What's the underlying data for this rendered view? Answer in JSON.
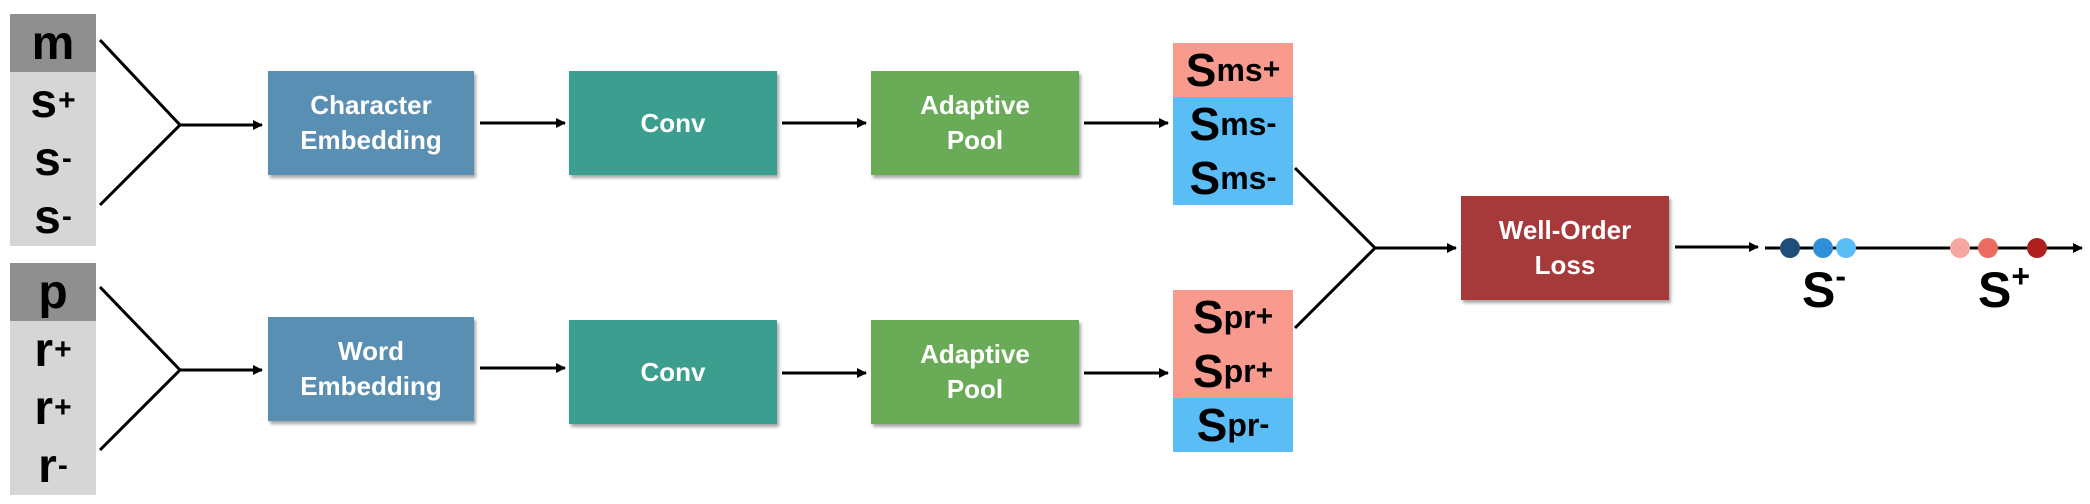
{
  "colors": {
    "embedding": "#5a8fb4",
    "conv": "#3b9e8f",
    "pool": "#6aab57",
    "loss": "#a6393a",
    "positive": "#f99a8f",
    "negative": "#5bbdf5",
    "stack_head": "#8f8f8f",
    "stack_body": "#d6d6d6"
  },
  "top_input": {
    "items": [
      {
        "base": "m",
        "sign": ""
      },
      {
        "base": "s",
        "sign": "+"
      },
      {
        "base": "s",
        "sign": "-"
      },
      {
        "base": "s",
        "sign": "-"
      }
    ]
  },
  "bottom_input": {
    "items": [
      {
        "base": "p",
        "sign": ""
      },
      {
        "base": "r",
        "sign": "+"
      },
      {
        "base": "r",
        "sign": "+"
      },
      {
        "base": "r",
        "sign": "-"
      }
    ]
  },
  "top_pipeline": {
    "embedding": "Character\nEmbedding",
    "conv": "Conv",
    "pool": "Adaptive\nPool"
  },
  "bottom_pipeline": {
    "embedding": "Word\nEmbedding",
    "conv": "Conv",
    "pool": "Adaptive\nPool"
  },
  "top_scores": [
    {
      "base": "S",
      "sub": "ms",
      "sign": "+",
      "polarity": "positive"
    },
    {
      "base": "S",
      "sub": "ms",
      "sign": "-",
      "polarity": "negative"
    },
    {
      "base": "S",
      "sub": "ms",
      "sign": "-",
      "polarity": "negative"
    }
  ],
  "bottom_scores": [
    {
      "base": "S",
      "sub": "pr",
      "sign": "+",
      "polarity": "positive"
    },
    {
      "base": "S",
      "sub": "pr",
      "sign": "+",
      "polarity": "positive"
    },
    {
      "base": "S",
      "sub": "pr",
      "sign": "-",
      "polarity": "negative"
    }
  ],
  "loss": "Well-Order\nLoss",
  "axis": {
    "dots": [
      {
        "color": "#1f4e79"
      },
      {
        "color": "#2f8fd8"
      },
      {
        "color": "#5bbdf5"
      },
      {
        "color": "#f5a79f"
      },
      {
        "color": "#ec6b5e"
      },
      {
        "color": "#b01e1e"
      }
    ],
    "neg_label": {
      "base": "S",
      "sign": "-"
    },
    "pos_label": {
      "base": "S",
      "sign": "+"
    }
  }
}
